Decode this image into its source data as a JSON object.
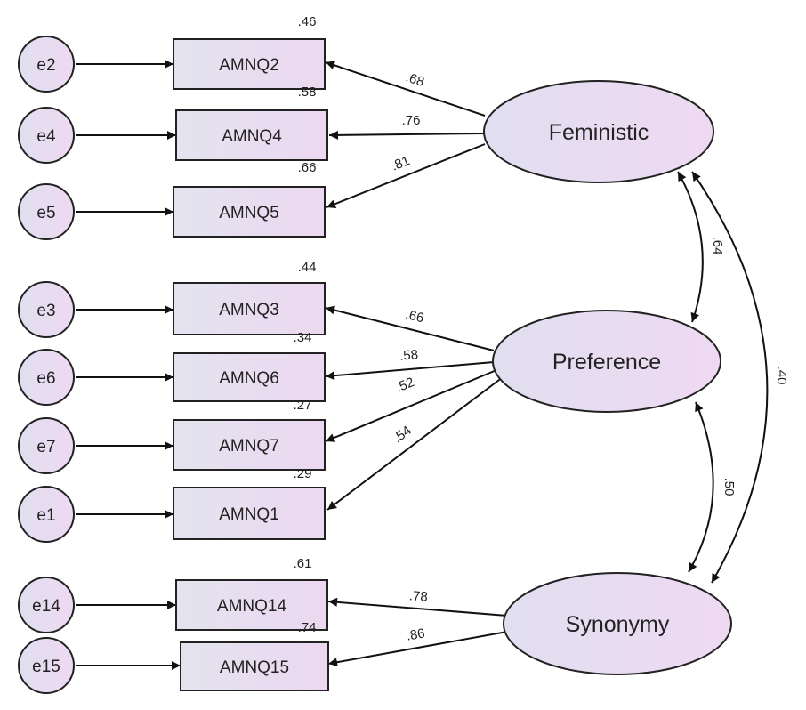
{
  "latents": [
    {
      "id": "feministic",
      "label": "Feministic"
    },
    {
      "id": "preference",
      "label": "Preference"
    },
    {
      "id": "synonymy",
      "label": "Synonymy"
    }
  ],
  "indicators": [
    {
      "id": "AMNQ2",
      "label": "AMNQ2",
      "error": "e2",
      "r2": ".46",
      "loading": ".68",
      "factor": "feministic"
    },
    {
      "id": "AMNQ4",
      "label": "AMNQ4",
      "error": "e4",
      "r2": ".58",
      "loading": ".76",
      "factor": "feministic"
    },
    {
      "id": "AMNQ5",
      "label": "AMNQ5",
      "error": "e5",
      "r2": ".66",
      "loading": ".81",
      "factor": "feministic"
    },
    {
      "id": "AMNQ3",
      "label": "AMNQ3",
      "error": "e3",
      "r2": ".44",
      "loading": ".66",
      "factor": "preference"
    },
    {
      "id": "AMNQ6",
      "label": "AMNQ6",
      "error": "e6",
      "r2": ".34",
      "loading": ".58",
      "factor": "preference"
    },
    {
      "id": "AMNQ7",
      "label": "AMNQ7",
      "error": "e7",
      "r2": ".27",
      "loading": ".52",
      "factor": "preference"
    },
    {
      "id": "AMNQ1",
      "label": "AMNQ1",
      "error": "e1",
      "r2": ".29",
      "loading": ".54",
      "factor": "preference"
    },
    {
      "id": "AMNQ14",
      "label": "AMNQ14",
      "error": "e14",
      "r2": ".61",
      "loading": ".78",
      "factor": "synonymy"
    },
    {
      "id": "AMNQ15",
      "label": "AMNQ15",
      "error": "e15",
      "r2": ".74",
      "loading": ".86",
      "factor": "synonymy"
    }
  ],
  "correlations": [
    {
      "from": "feministic",
      "to": "preference",
      "value": ".64"
    },
    {
      "from": "preference",
      "to": "synonymy",
      "value": ".50"
    },
    {
      "from": "feministic",
      "to": "synonymy",
      "value": ".40"
    }
  ],
  "colors": {
    "fill": "#e9dcf0",
    "stroke": "#222222"
  }
}
